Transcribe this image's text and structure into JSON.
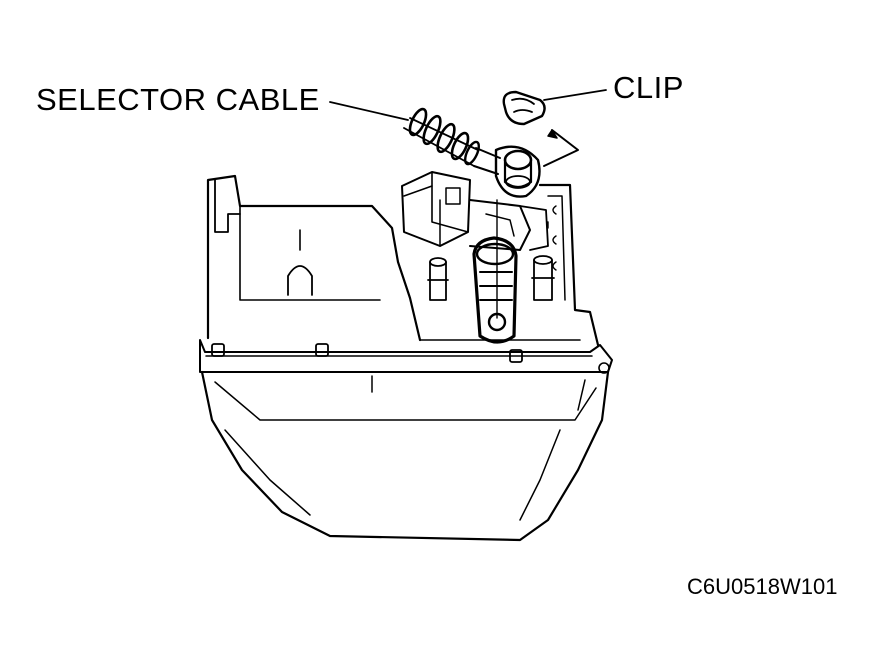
{
  "labels": {
    "selector_cable": "SELECTOR CABLE",
    "clip": "CLIP",
    "figure_code": "C6U0518W101"
  },
  "colors": {
    "ink": "#000000",
    "paper": "#ffffff"
  }
}
